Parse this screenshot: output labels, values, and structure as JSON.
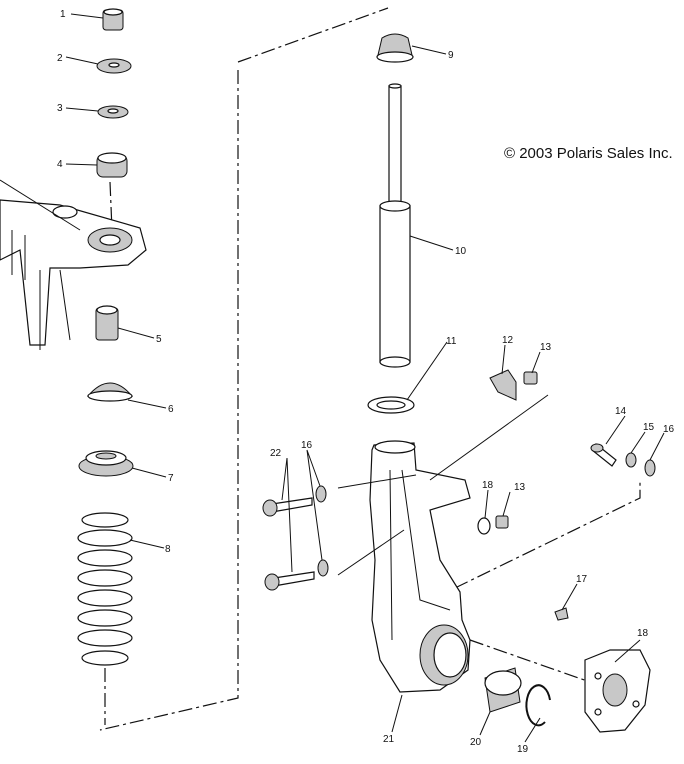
{
  "copyright": "© 2003 Polaris Sales Inc.",
  "callouts": [
    {
      "id": "c1",
      "text": "1"
    },
    {
      "id": "c2",
      "text": "2"
    },
    {
      "id": "c3",
      "text": "3"
    },
    {
      "id": "c4",
      "text": "4"
    },
    {
      "id": "c5",
      "text": "5"
    },
    {
      "id": "c6",
      "text": "6"
    },
    {
      "id": "c7",
      "text": "7"
    },
    {
      "id": "c8",
      "text": "8"
    },
    {
      "id": "c9",
      "text": "9"
    },
    {
      "id": "c10",
      "text": "10"
    },
    {
      "id": "c11",
      "text": "11"
    },
    {
      "id": "c12",
      "text": "12"
    },
    {
      "id": "c13a",
      "text": "13"
    },
    {
      "id": "c13b",
      "text": "13"
    },
    {
      "id": "c14",
      "text": "14"
    },
    {
      "id": "c15",
      "text": "15"
    },
    {
      "id": "c16a",
      "text": "16"
    },
    {
      "id": "c16b",
      "text": "16"
    },
    {
      "id": "c17",
      "text": "17"
    },
    {
      "id": "c18a",
      "text": "18"
    },
    {
      "id": "c18b",
      "text": "18"
    },
    {
      "id": "c19",
      "text": "19"
    },
    {
      "id": "c20",
      "text": "20"
    },
    {
      "id": "c21",
      "text": "21"
    },
    {
      "id": "c22",
      "text": "22"
    }
  ]
}
